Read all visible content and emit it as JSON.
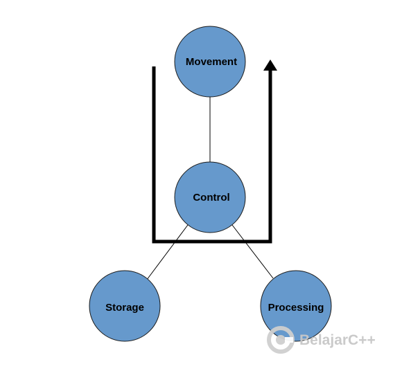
{
  "colors": {
    "node_fill": "#6699cc",
    "node_stroke": "#1a1a1a",
    "edge": "#000000",
    "flow_arrow": "#000000",
    "watermark": "#c8c8c8"
  },
  "nodes": {
    "movement": {
      "label": "Movement"
    },
    "control": {
      "label": "Control"
    },
    "storage": {
      "label": "Storage"
    },
    "processing": {
      "label": "Processing"
    }
  },
  "edges": [
    {
      "from": "movement",
      "to": "control"
    },
    {
      "from": "control",
      "to": "storage"
    },
    {
      "from": "control",
      "to": "processing"
    }
  ],
  "flow_arrow": {
    "direction": "down-across-up",
    "head": "up"
  },
  "watermark": {
    "text": "BelajarC++",
    "logo": "belajarcpp-logo-icon"
  }
}
